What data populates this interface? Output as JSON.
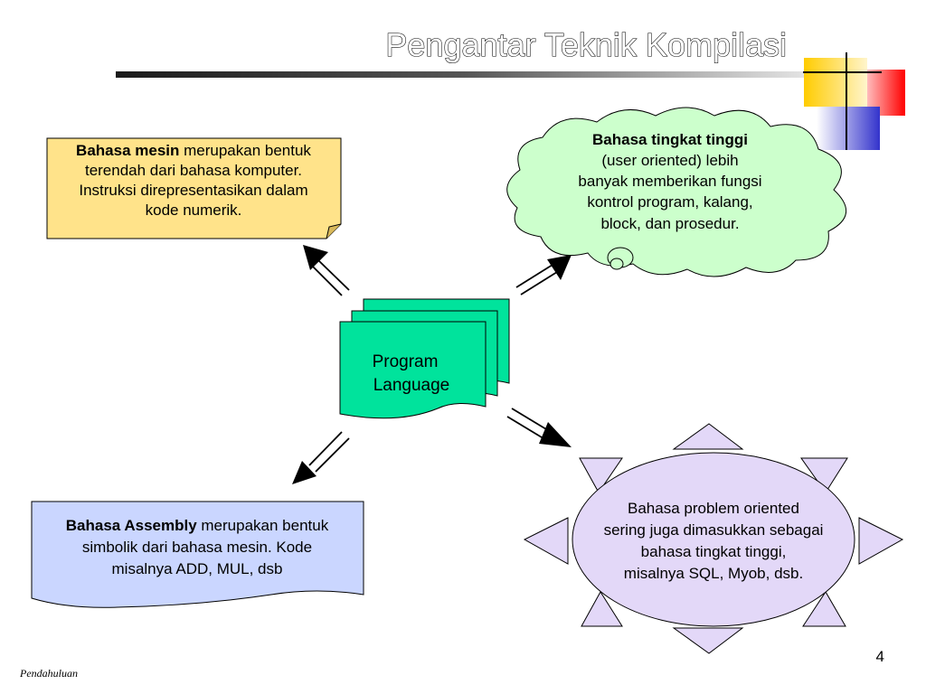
{
  "title": "Pengantar Teknik Kompilasi",
  "center": {
    "line1": "Program",
    "line2": "Language"
  },
  "machine_language": {
    "bold": "Bahasa mesin",
    "line1_rest": " merupakan bentuk",
    "line2": "terendah dari bahasa komputer.",
    "line3": "Instruksi direpresentasikan dalam",
    "line4": "kode numerik."
  },
  "high_level": {
    "bold": "Bahasa tingkat tinggi",
    "line2": "(user oriented) lebih",
    "line3": "banyak memberikan fungsi",
    "line4": "kontrol program, kalang,",
    "line5": "block, dan prosedur."
  },
  "assembly": {
    "bold": "Bahasa Assembly",
    "line1_rest": " merupakan bentuk",
    "line2": "simbolik dari bahasa mesin. Kode",
    "line3": "misalnya ADD, MUL, dsb"
  },
  "problem_oriented": {
    "line1": "Bahasa problem oriented",
    "line2": "sering juga dimasukkan sebagai",
    "line3": "bahasa tingkat tinggi,",
    "line4": "misalnya SQL, Myob, dsb."
  },
  "footer": "Pendahuluan",
  "page_number": "4",
  "colors": {
    "note_yellow": "#ffe38a",
    "cloud_green": "#ccffcc",
    "doc_green": "#00e39c",
    "wave_blue": "#cad6ff",
    "burst_lavender": "#e3d8f8",
    "deco_yellow": "#ffcc00",
    "deco_red": "#ff0000",
    "deco_blue": "#3333cc"
  }
}
